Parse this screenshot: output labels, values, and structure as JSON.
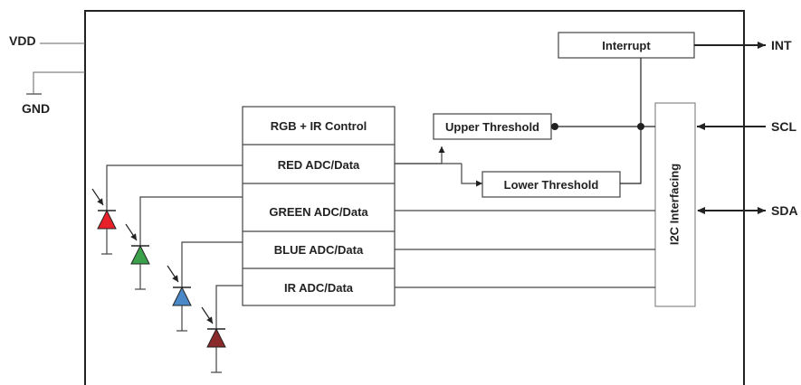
{
  "pins": {
    "vdd": "VDD",
    "gnd": "GND",
    "int": "INT",
    "scl": "SCL",
    "sda": "SDA"
  },
  "blocks": {
    "interrupt": "Interrupt",
    "rgb_ir_control": "RGB + IR Control",
    "red_adc": "RED ADC/Data",
    "green_adc": "GREEN ADC/Data",
    "blue_adc": "BLUE ADC/Data",
    "ir_adc": "IR ADC/Data",
    "upper_threshold": "Upper Threshold",
    "lower_threshold": "Lower Threshold",
    "i2c_interfacing": "I2C Interfacing"
  },
  "colors": {
    "line": "#222222",
    "box_border": "#444444",
    "i2c_border": "#888888",
    "photodiode_red": "#e8202a",
    "photodiode_green": "#3aa04a",
    "photodiode_blue": "#4a88c8",
    "photodiode_ir": "#8b2a2a"
  }
}
